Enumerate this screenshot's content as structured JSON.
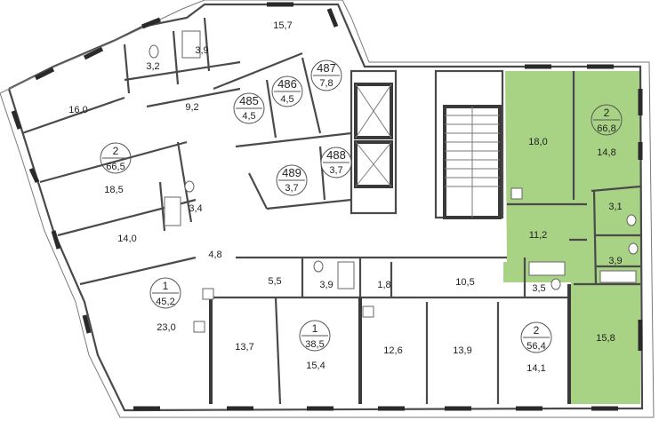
{
  "colors": {
    "highlight": "#a8d284",
    "walls": "#4a4a4a",
    "background": "#ffffff"
  },
  "units": {
    "u2a": {
      "rooms": "2",
      "area": "66,5"
    },
    "u1a": {
      "rooms": "1",
      "area": "45,2"
    },
    "u1b": {
      "rooms": "1",
      "area": "38,5"
    },
    "u2b": {
      "rooms": "2",
      "area": "56,4"
    },
    "u2c": {
      "rooms": "2",
      "area": "66,8"
    }
  },
  "storage": [
    {
      "number": "485",
      "area": "4,5"
    },
    {
      "number": "486",
      "area": "4,5"
    },
    {
      "number": "487",
      "area": "7,8"
    },
    {
      "number": "488",
      "area": "3,7"
    },
    {
      "number": "489",
      "area": "3,7"
    }
  ],
  "rooms": {
    "r_15_7": "15,7",
    "r_3_2": "3,2",
    "r_3_9_top": "3,9",
    "r_16_0": "16,0",
    "r_9_2": "9,2",
    "r_18_5": "18,5",
    "r_3_4": "3,4",
    "r_14_0": "14,0",
    "r_4_8": "4,8",
    "r_23_0": "23,0",
    "r_5_5": "5,5",
    "r_3_9_mid": "3,9",
    "r_1_8": "1,8",
    "r_10_5": "10,5",
    "r_3_5": "3,5",
    "r_13_7": "13,7",
    "r_15_4": "15,4",
    "r_12_6": "12,6",
    "r_13_9": "13,9",
    "r_14_1": "14,1",
    "r_18_0": "18,0",
    "r_14_8": "14,8",
    "r_11_2": "11,2",
    "r_3_1": "3,1",
    "r_3_9_right": "3,9",
    "r_15_8": "15,8"
  }
}
